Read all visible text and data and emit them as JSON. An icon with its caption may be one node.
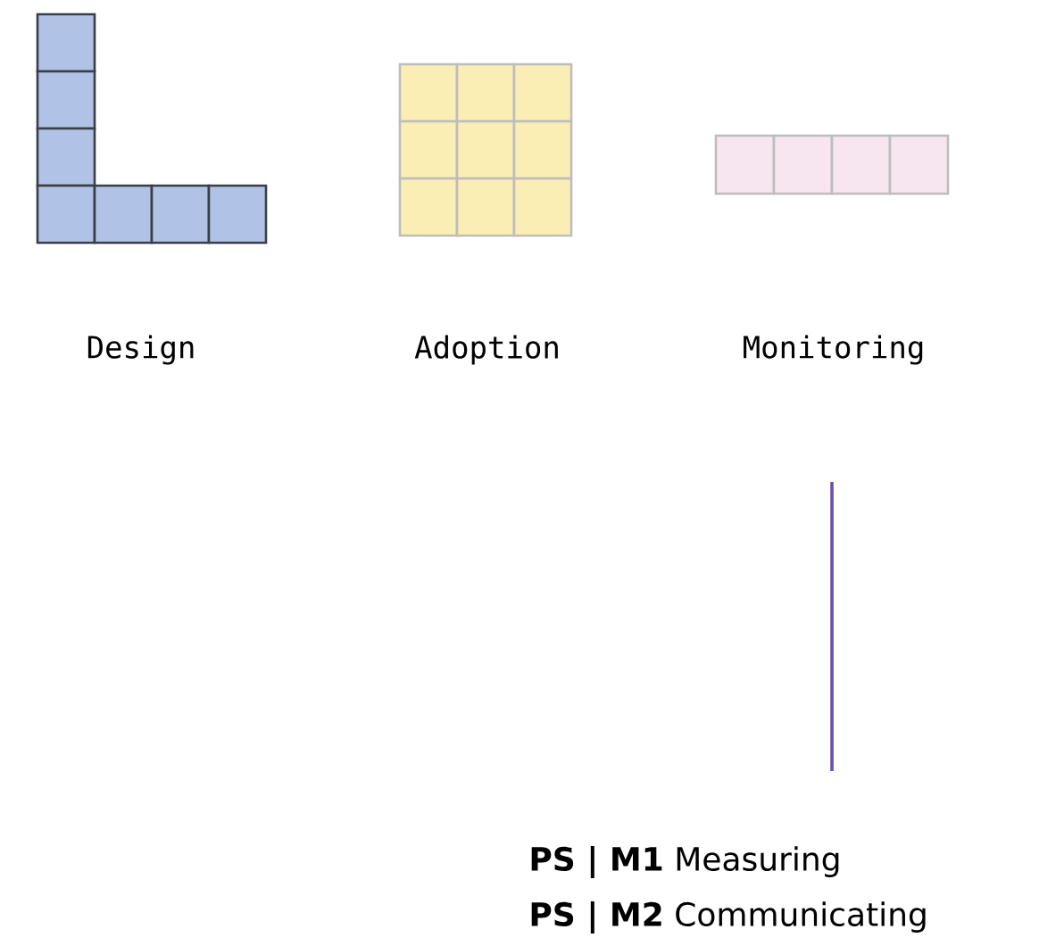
{
  "diagram": {
    "labels": [
      "Design",
      "Adoption",
      "Monitoring",
      "**PS | M1** Measuring",
      "**PS | M2** Communicating"
    ]
  }
}
